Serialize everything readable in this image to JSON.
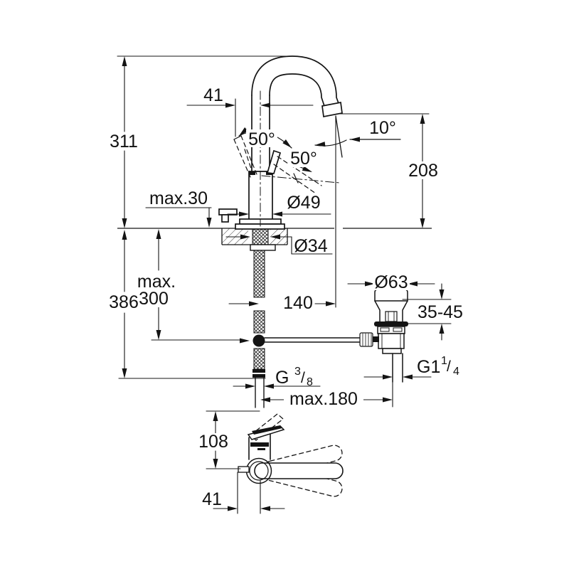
{
  "drawing": {
    "title_hint": "faucet-installation-dimension-drawing",
    "background": "#ffffff",
    "line_color": "#141414",
    "labels": {
      "height_total": "311",
      "spout_center_offset": "41",
      "handle_swing_front": "50°",
      "handle_swing_side": "50°",
      "spout_outlet_angle": "10°",
      "outlet_height": "208",
      "deck_max_thickness": "max.30",
      "body_diameter": "Ø49",
      "hole_diameter": "Ø34",
      "hose_max_depth_line1": "max.",
      "hose_max_depth_line2": "300",
      "total_depth": "386",
      "spout_reach": "140",
      "waste_flange_diameter": "Ø63",
      "basin_clamp_range": "35-45",
      "supply_thread": {
        "g": "G",
        "num": "3",
        "slash": "/",
        "den": "8"
      },
      "waste_thread": {
        "g": "G1",
        "num": "1",
        "slash": "/",
        "den": "4"
      },
      "waste_offset": "max.180",
      "side_view_height": "108",
      "side_view_offset": "41"
    }
  }
}
